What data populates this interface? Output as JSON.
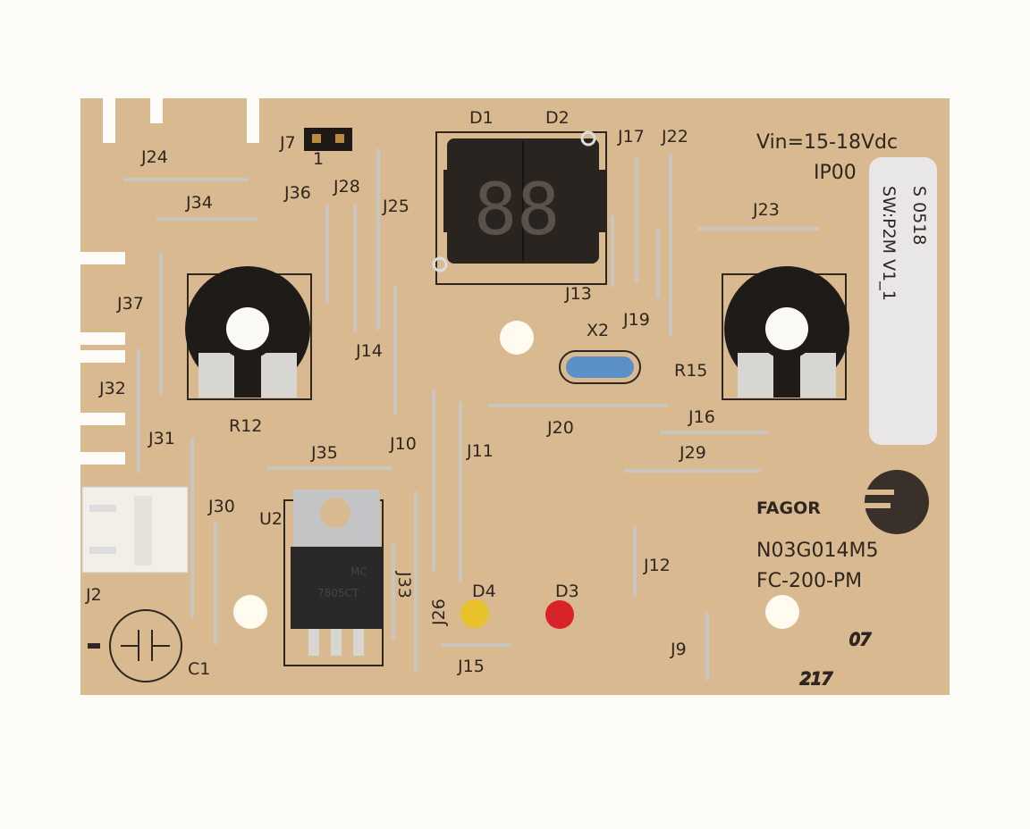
{
  "board": {
    "brand": "FAGOR",
    "part_number": "N03G014M5",
    "model": "FC-200-PM",
    "input_spec": "Vin=15-18Vdc",
    "ip_rating": "IP00",
    "date_code_top": "07",
    "date_code_bottom": "217",
    "colors": {
      "substrate": "#d9b98f",
      "silkscreen": "#2e2620",
      "background": "#fdfcf9"
    }
  },
  "sticker": {
    "line1": "S 0518",
    "line2": "SW:P2M V1_1"
  },
  "regulator": {
    "ref": "U2",
    "marking1": "MC",
    "marking2": "7805CT"
  },
  "display": {
    "refs": [
      "D1",
      "D2"
    ],
    "digits": "88"
  },
  "leds": [
    {
      "ref": "D4",
      "color": "#e8c22a"
    },
    {
      "ref": "D3",
      "color": "#d8232a"
    }
  ],
  "crystal": {
    "ref": "X2",
    "color": "#5b8fc7"
  },
  "pots": [
    {
      "ref": "R12"
    },
    {
      "ref": "R15"
    }
  ],
  "connector": {
    "ref": "J2"
  },
  "header": {
    "ref": "J7",
    "pin": "1"
  },
  "capacitor": {
    "ref": "C1"
  },
  "jumpers": [
    "J24",
    "J34",
    "J36",
    "J28",
    "J25",
    "J17",
    "J22",
    "J23",
    "J37",
    "J13",
    "J19",
    "J14",
    "J32",
    "J31",
    "J20",
    "J16",
    "J35",
    "J10",
    "J11",
    "J29",
    "J30",
    "J12",
    "J33",
    "J26",
    "J15",
    "J9"
  ]
}
